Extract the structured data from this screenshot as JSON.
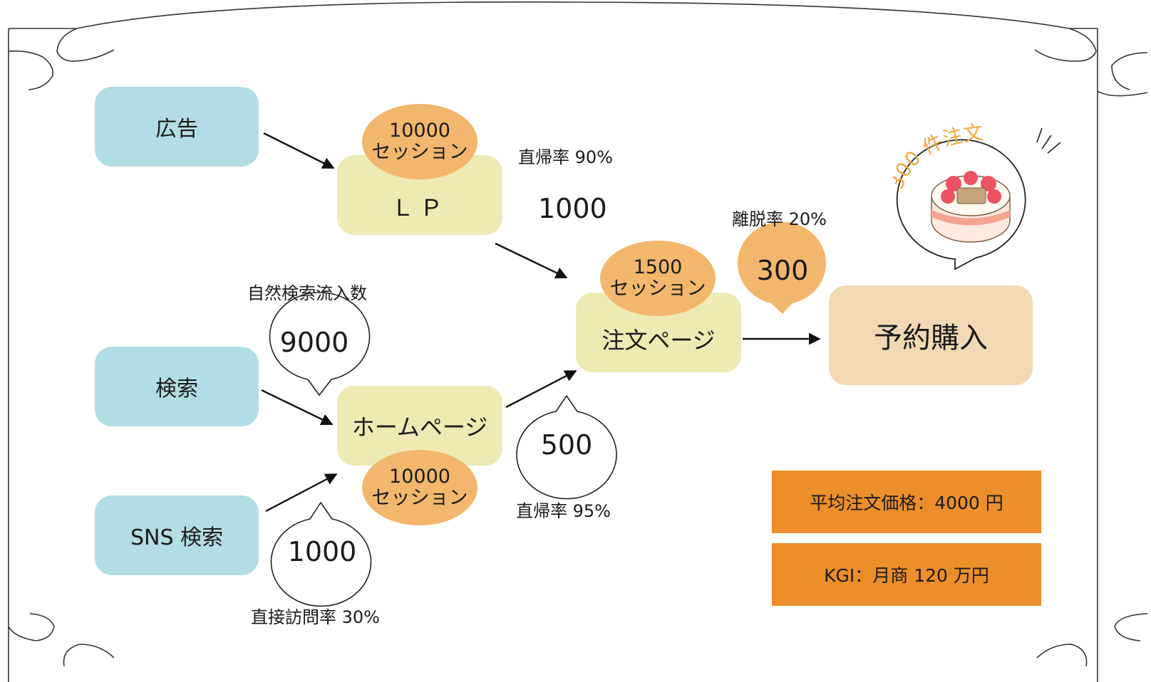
{
  "sources": {
    "ad": "広告",
    "search": "検索",
    "sns": "SNS 検索"
  },
  "pages": {
    "lp": "ＬＰ",
    "home": "ホームページ",
    "order": "注文ページ"
  },
  "destination": "予約購入",
  "sessions": {
    "lp": {
      "count": "10000",
      "unit": "セッション"
    },
    "home": {
      "count": "10000",
      "unit": "セッション"
    },
    "order": {
      "count": "1500",
      "unit": "セッション"
    }
  },
  "labels": {
    "lp_bounce": "直帰率 90%",
    "home_bounce": "直帰率 95%",
    "order_exit": "離脱率 20%",
    "organic": "自然検索流入数",
    "direct_rate": "直接訪問率 30%"
  },
  "numbers": {
    "lp_to_order": "1000",
    "organic": "9000",
    "sns": "1000",
    "home_to_order": "500",
    "purchases": "300"
  },
  "cake_caption": "300 件注文",
  "kpi": {
    "avg_price": "平均注文価格：4000 円",
    "kgi": "KGI：月商 120 万円"
  },
  "colors": {
    "source": "#b3dde4",
    "page": "#eeeab3",
    "destination": "#f2d9b4",
    "session": "#f2b76c",
    "kpi": "#ec8f2a",
    "caption": "#f0a845"
  }
}
